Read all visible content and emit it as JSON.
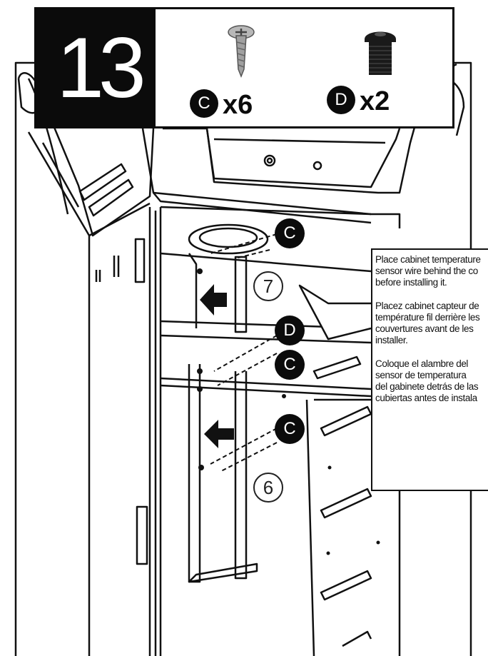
{
  "step": {
    "number": "13"
  },
  "parts": [
    {
      "letter": "C",
      "quantity": "x6",
      "icon": "phillips-screw-icon"
    },
    {
      "letter": "D",
      "quantity": "x2",
      "icon": "bolt-icon"
    }
  ],
  "callouts": {
    "c1": "C",
    "d1": "D",
    "c2": "C",
    "c3": "C"
  },
  "step_refs": {
    "seven": "7",
    "six": "6"
  },
  "note": {
    "english": "Place cabinet temperature\nsensor wire behind the co\nbefore installing it.",
    "french": "Placez cabinet capteur de\ntempérature fil derrière les\ncouvertures avant de les\ninstaller.",
    "spanish": "Coloque el alambre del\nsensor de temperatura\ndel gabinete detrás de las\ncubiertas antes de instala"
  },
  "colors": {
    "ink": "#0b0b0b",
    "paper": "#ffffff"
  }
}
